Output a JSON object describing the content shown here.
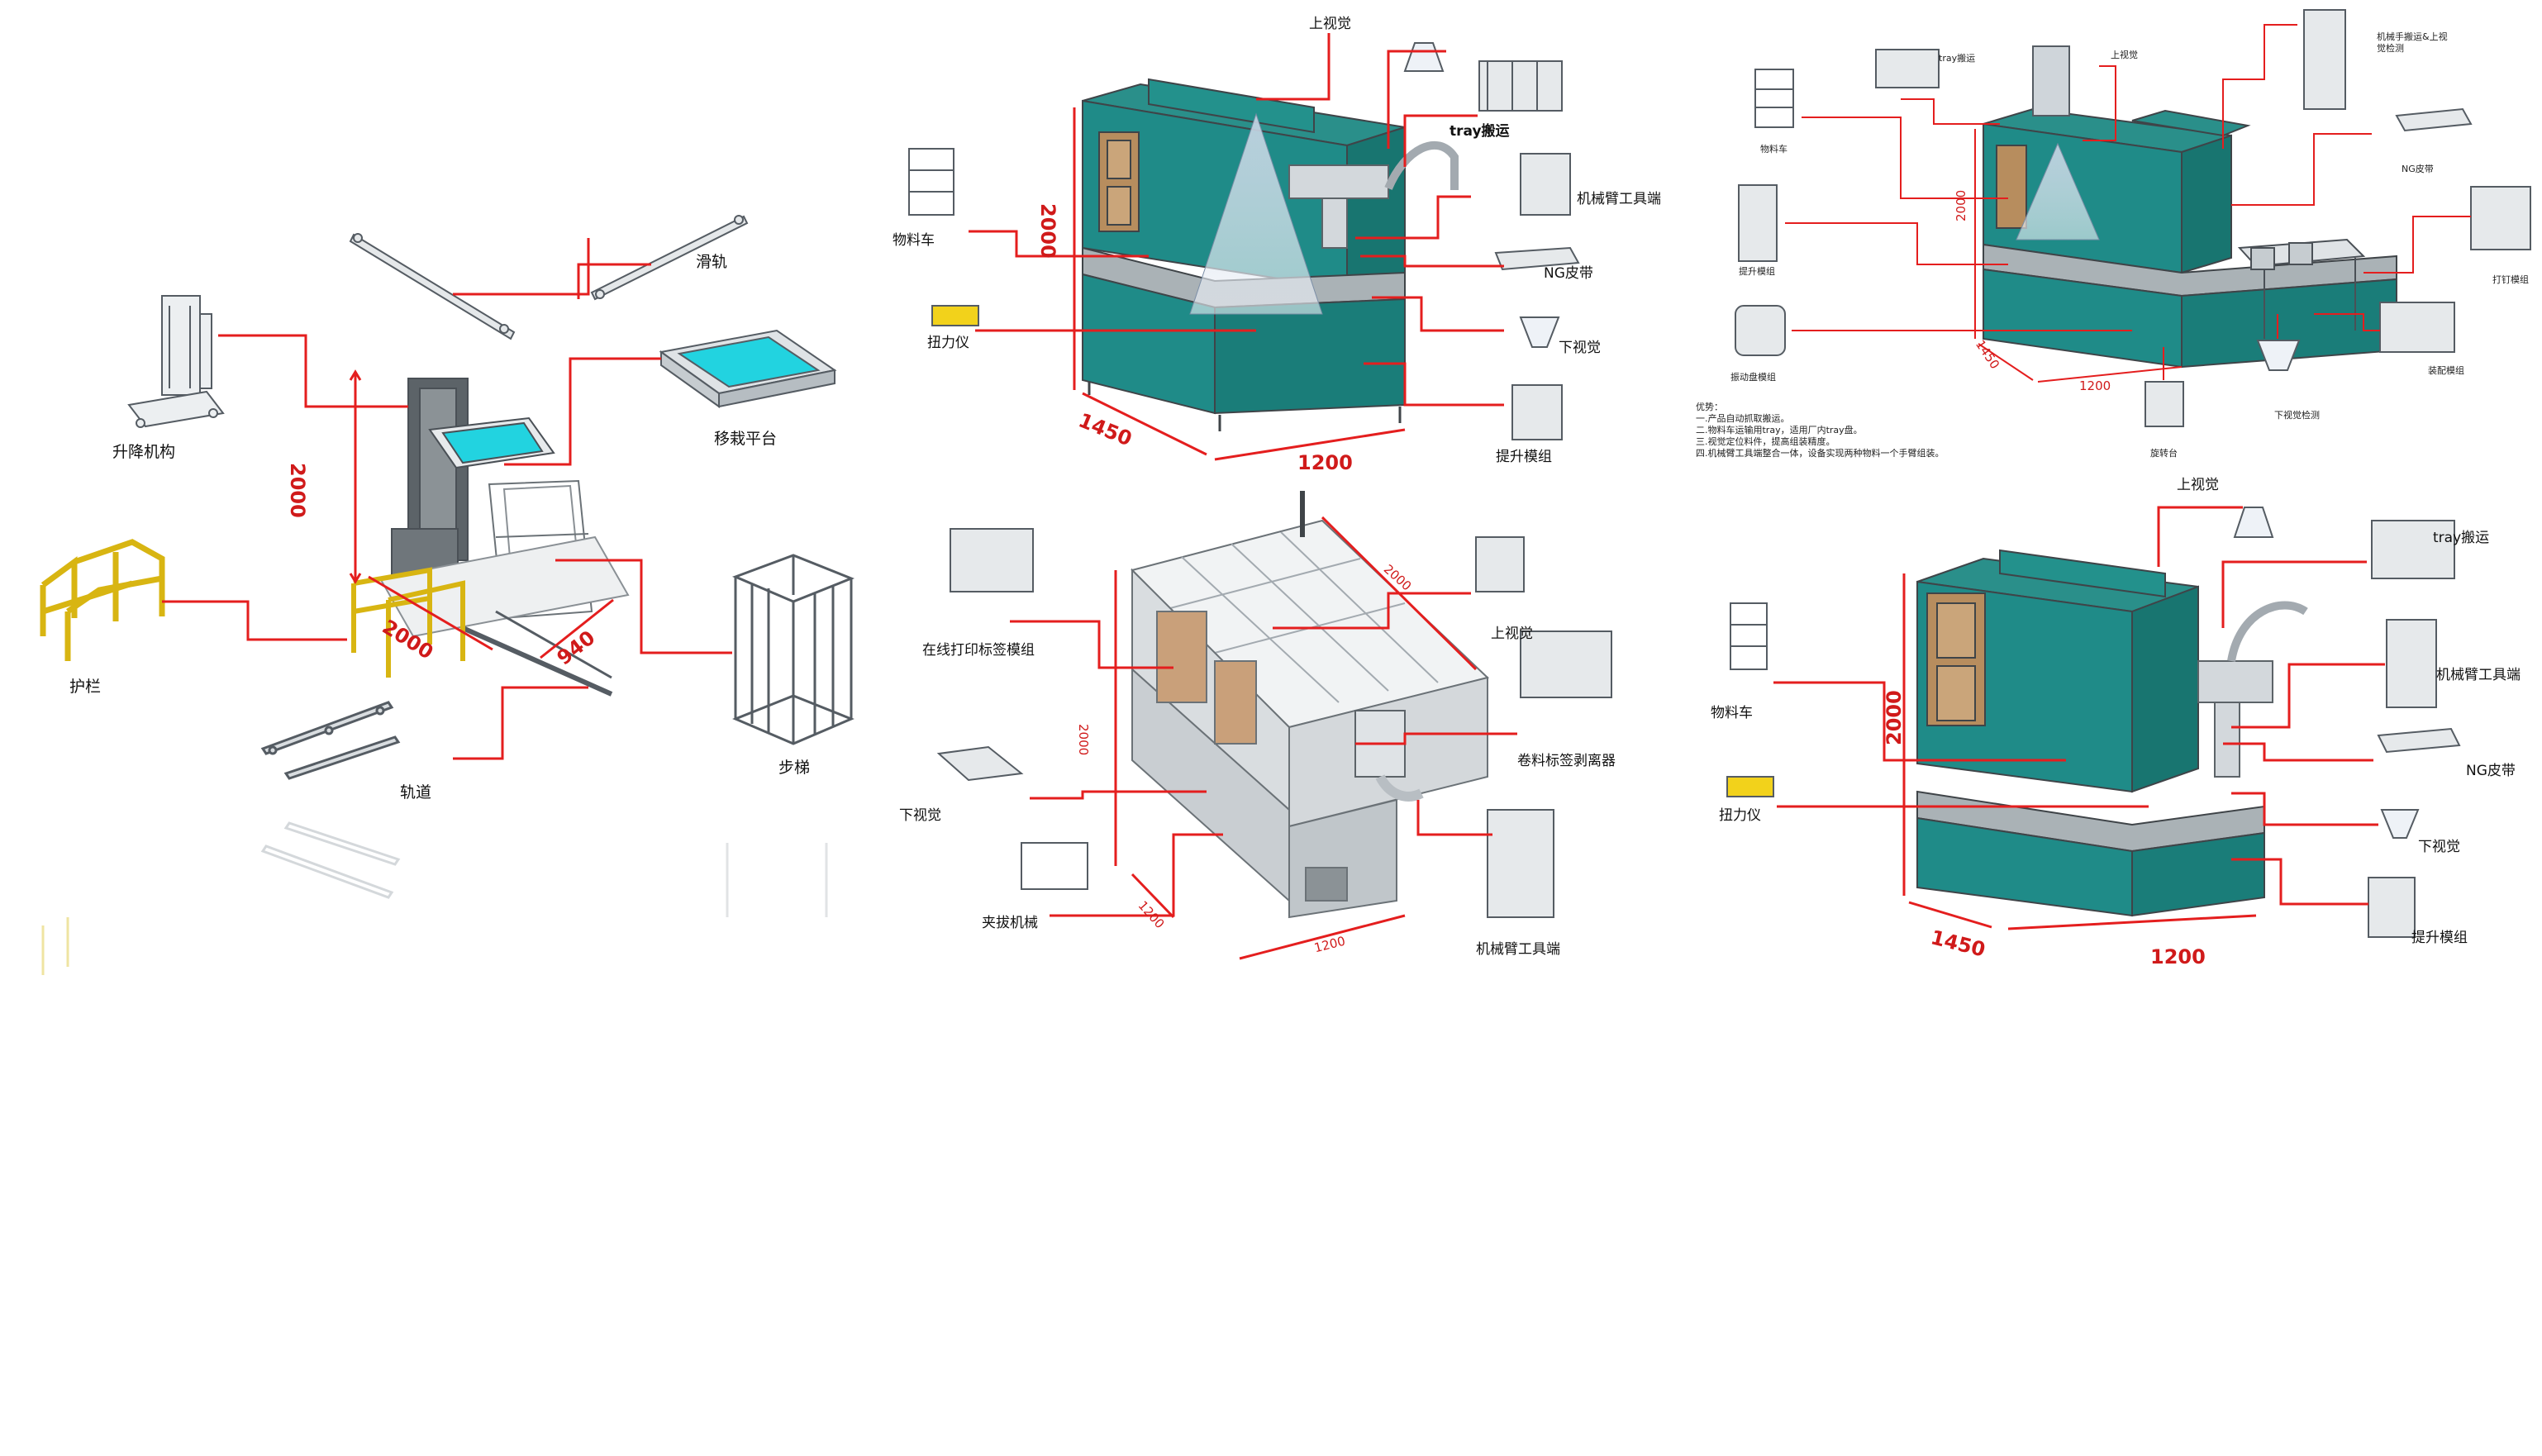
{
  "colors": {
    "callout_line": "#e41e1e",
    "machine_teal": "#1f8b88",
    "machine_frame": "#a9b1b5",
    "guardrail_yellow": "#f2d21b",
    "lift_platform_cyan": "#22d3e0",
    "line_art": "#555c63"
  },
  "panel_a": {
    "labels": {
      "slide_rail": "滑轨",
      "lift_mechanism": "升降机构",
      "transfer_platform": "移栽平台",
      "guardrail": "护栏",
      "track": "轨道",
      "step_ladder": "步梯"
    },
    "dims": {
      "height": "2000",
      "width": "2000",
      "depth": "940"
    }
  },
  "panel_b": {
    "labels": {
      "top_vision": "上视觉",
      "tray_transfer": "tray搬运",
      "material_cart": "物料车",
      "robot_tool_end": "机械臂工具端",
      "ng_belt": "NG皮带",
      "torque_meter": "扭力仪",
      "bottom_vision": "下视觉",
      "lift_module": "提升模组"
    },
    "dims": {
      "height": "2000",
      "depth": "1450",
      "width": "1200"
    }
  },
  "panel_c": {
    "labels": {
      "material_cart": "物料车",
      "tray_transfer": "tray搬运",
      "top_vision": "上视觉",
      "robot_handling_top_vision": "机械手搬运&上视觉检测",
      "ng_belt": "NG皮带",
      "lift_module": "提升模组",
      "nailing_module": "打钉模组",
      "vibration_plate_module": "振动盘模组",
      "assembly_module": "装配模组",
      "rotary_table": "旋转台",
      "bottom_vision_inspection": "下视觉检测"
    },
    "dims": {
      "height": "2000",
      "depth": "1450",
      "width": "1200"
    },
    "notes": [
      "优势：",
      "一.产品自动抓取搬运。",
      "二.物料车运输用tray，适用厂内tray盘。",
      "三.视觉定位料件，提高组装精度。",
      "四.机械臂工具端整合一体，设备实现两种物料一个手臂组装。"
    ]
  },
  "panel_d": {
    "labels": {
      "online_label_print": "在线打印标签模组",
      "top_vision": "上视觉",
      "roll_label_peeler": "卷料标签剥离器",
      "bottom_vision": "下视觉",
      "clamp_mechanism": "夹拔机械",
      "robot_tool_end": "机械臂工具端"
    },
    "dims": {
      "depth": "2000",
      "height": "2000",
      "width": "1200",
      "side": "1200"
    }
  },
  "panel_e": {
    "labels": {
      "top_vision": "上视觉",
      "tray_transfer": "tray搬运",
      "material_cart": "物料车",
      "robot_tool_end": "机械臂工具端",
      "ng_belt": "NG皮带",
      "torque_meter": "扭力仪",
      "bottom_vision": "下视觉",
      "lift_module": "提升模组"
    },
    "dims": {
      "height": "2000",
      "depth": "1450",
      "width": "1200"
    }
  }
}
